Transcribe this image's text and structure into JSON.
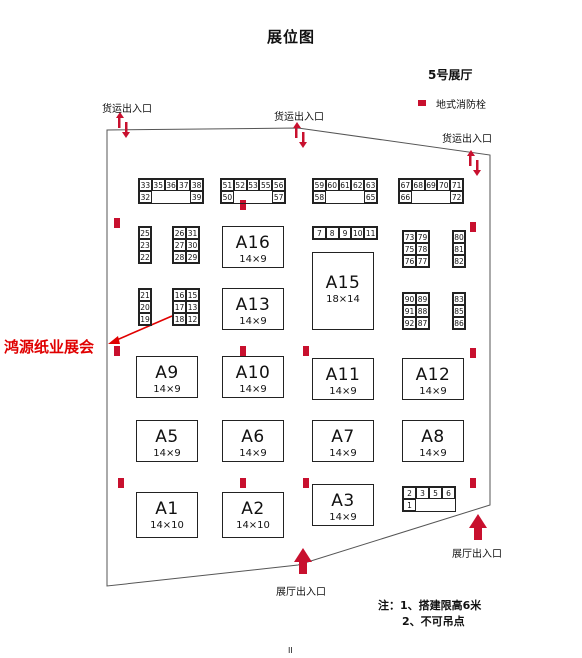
{
  "title": "展位图",
  "hall_name": "5号展厅",
  "legend": {
    "label": "地式消防栓",
    "color": "#c8102e"
  },
  "entrances": {
    "cargo_left": "货运出入口",
    "cargo_mid": "货运出入口",
    "cargo_right": "货运出入口",
    "hall_bottom": "展厅出入口",
    "hall_right": "展厅出入口"
  },
  "highlight": {
    "label": "鸿源纸业展会",
    "color": "#e00000"
  },
  "notes": {
    "line1": "注：1、搭建限高6米",
    "line2": "2、不可吊点"
  },
  "footer": "II",
  "big_booths": [
    {
      "id": "A16",
      "size": "14×9"
    },
    {
      "id": "A13",
      "size": "14×9"
    },
    {
      "id": "A15",
      "size": "18×14"
    },
    {
      "id": "A9",
      "size": "14×9"
    },
    {
      "id": "A10",
      "size": "14×9"
    },
    {
      "id": "A11",
      "size": "14×9"
    },
    {
      "id": "A12",
      "size": "14×9"
    },
    {
      "id": "A5",
      "size": "14×9"
    },
    {
      "id": "A6",
      "size": "14×9"
    },
    {
      "id": "A7",
      "size": "14×9"
    },
    {
      "id": "A8",
      "size": "14×9"
    },
    {
      "id": "A1",
      "size": "14×10"
    },
    {
      "id": "A2",
      "size": "14×10"
    },
    {
      "id": "A3",
      "size": "14×9"
    }
  ],
  "small_groups": {
    "g1": [
      "33",
      "35",
      "36",
      "37",
      "38",
      "32",
      "",
      "",
      "",
      "39"
    ],
    "g2": [
      "51",
      "52",
      "53",
      "55",
      "56",
      "50",
      "",
      "",
      "",
      "57"
    ],
    "g3": [
      "59",
      "60",
      "61",
      "62",
      "63",
      "58",
      "",
      "",
      "",
      "65"
    ],
    "g4": [
      "67",
      "68",
      "69",
      "70",
      "71",
      "66",
      "",
      "",
      "",
      "72"
    ],
    "g5": [
      "25",
      "23",
      "22"
    ],
    "g6": [
      "26",
      "31",
      "27",
      "30",
      "28",
      "29"
    ],
    "g7": [
      "7",
      "8",
      "9",
      "10",
      "11"
    ],
    "g8": [
      "73",
      "79",
      "75",
      "78",
      "76",
      "77"
    ],
    "g9": [
      "80",
      "81",
      "82"
    ],
    "g10": [
      "21",
      "20",
      "19"
    ],
    "g11": [
      "16",
      "15",
      "17",
      "13",
      "18",
      "12"
    ],
    "g12": [
      "90",
      "89",
      "91",
      "88",
      "92",
      "87"
    ],
    "g13": [
      "83",
      "85",
      "86"
    ],
    "g14": [
      "2",
      "3",
      "5",
      "6",
      "1",
      "",
      "",
      ""
    ]
  }
}
